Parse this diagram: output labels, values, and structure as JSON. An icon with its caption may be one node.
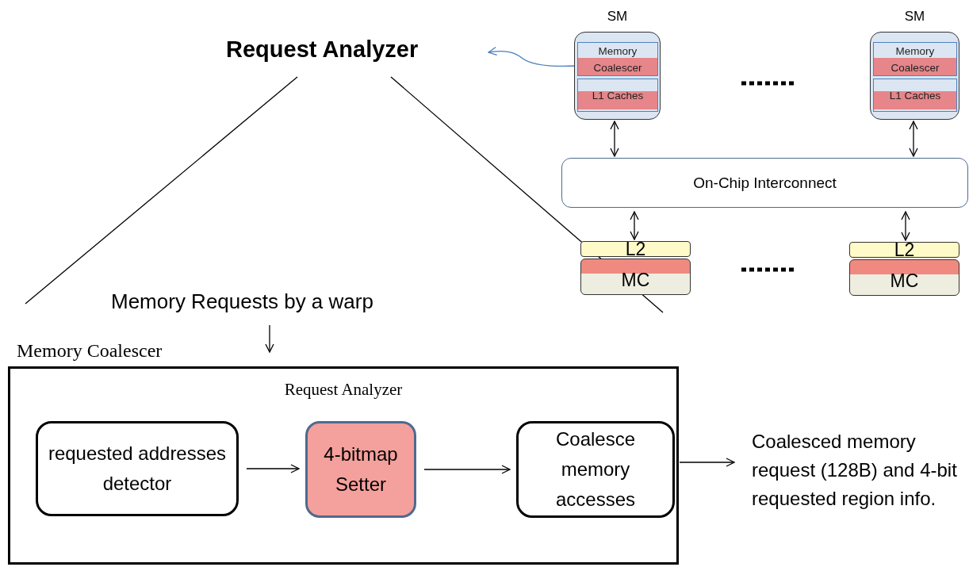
{
  "diagram": {
    "nodes": [
      {
        "text": [
          "Request Analyzer"
        ]
      },
      {
        "text": [
          "SM"
        ]
      },
      {
        "text": [
          "Memory Coalescer"
        ],
        "in": 1
      },
      {
        "text": [
          "L1 Caches"
        ],
        "in": 1
      },
      {
        "text": [
          "SM"
        ]
      },
      {
        "text": [
          "Memory Coalescer"
        ],
        "in": 4
      },
      {
        "text": [
          "L1 Caches"
        ],
        "in": 4
      },
      {
        "text": [
          "On-Chip Interconnect"
        ]
      },
      {
        "text": [
          "L2"
        ]
      },
      {
        "text": [
          "MC"
        ]
      },
      {
        "text": [
          "L2"
        ]
      },
      {
        "text": [
          "MC"
        ]
      },
      {
        "text": [
          "Memory Requests by a warp"
        ]
      },
      {
        "text": [
          "Memory Coalescer",
          "Request Analyzer"
        ]
      },
      {
        "text": [
          "requested addresses detector"
        ],
        "in": 13
      },
      {
        "text": [
          "4-bitmap Setter"
        ],
        "in": 13
      },
      {
        "text": [
          "Coalesce memory accesses"
        ],
        "in": 13
      },
      {
        "text": [
          "Coalesced memory request (128B) and 4-bit requested region info."
        ]
      }
    ],
    "edges": [
      {
        "from": 2,
        "to": 0,
        "arrow": "to",
        "color": "#4a7ebb"
      },
      {
        "from": 1,
        "to": 7,
        "arrow": "both"
      },
      {
        "from": 4,
        "to": 7,
        "arrow": "both"
      },
      {
        "from": 7,
        "to": 8,
        "arrow": "both"
      },
      {
        "from": 7,
        "to": 10,
        "arrow": "both"
      },
      {
        "from": 0,
        "to": null,
        "arrow": "none"
      },
      {
        "from": 0,
        "to": null,
        "arrow": "none"
      },
      {
        "from": 12,
        "to": 13,
        "arrow": "to"
      },
      {
        "from": 14,
        "to": 15,
        "arrow": "to"
      },
      {
        "from": 15,
        "to": 16,
        "arrow": "to"
      },
      {
        "from": 13,
        "to": 17,
        "arrow": "to"
      }
    ]
  }
}
